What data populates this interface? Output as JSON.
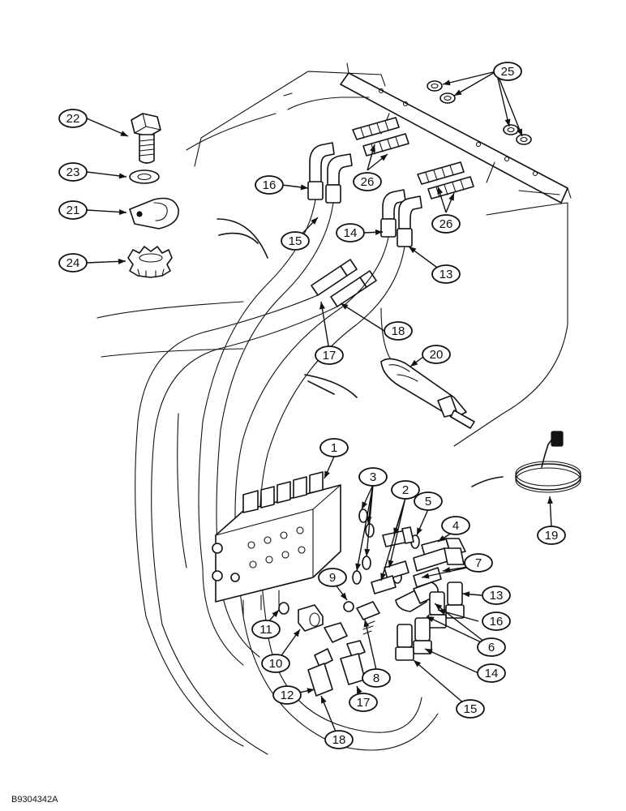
{
  "figure": {
    "reference_code": "B9304342A"
  },
  "callouts": [
    {
      "label": "22"
    },
    {
      "label": "23"
    },
    {
      "label": "21"
    },
    {
      "label": "24"
    },
    {
      "label": "25"
    },
    {
      "label": "16"
    },
    {
      "label": "26"
    },
    {
      "label": "15"
    },
    {
      "label": "14"
    },
    {
      "label": "26"
    },
    {
      "label": "13"
    },
    {
      "label": "18"
    },
    {
      "label": "17"
    },
    {
      "label": "20"
    },
    {
      "label": "1"
    },
    {
      "label": "3"
    },
    {
      "label": "2"
    },
    {
      "label": "5"
    },
    {
      "label": "4"
    },
    {
      "label": "7"
    },
    {
      "label": "9"
    },
    {
      "label": "13"
    },
    {
      "label": "11"
    },
    {
      "label": "16"
    },
    {
      "label": "6"
    },
    {
      "label": "10"
    },
    {
      "label": "8"
    },
    {
      "label": "14"
    },
    {
      "label": "12"
    },
    {
      "label": "17"
    },
    {
      "label": "15"
    },
    {
      "label": "18"
    },
    {
      "label": "19"
    }
  ],
  "colors": {
    "line": "#111111",
    "background": "#ffffff"
  }
}
